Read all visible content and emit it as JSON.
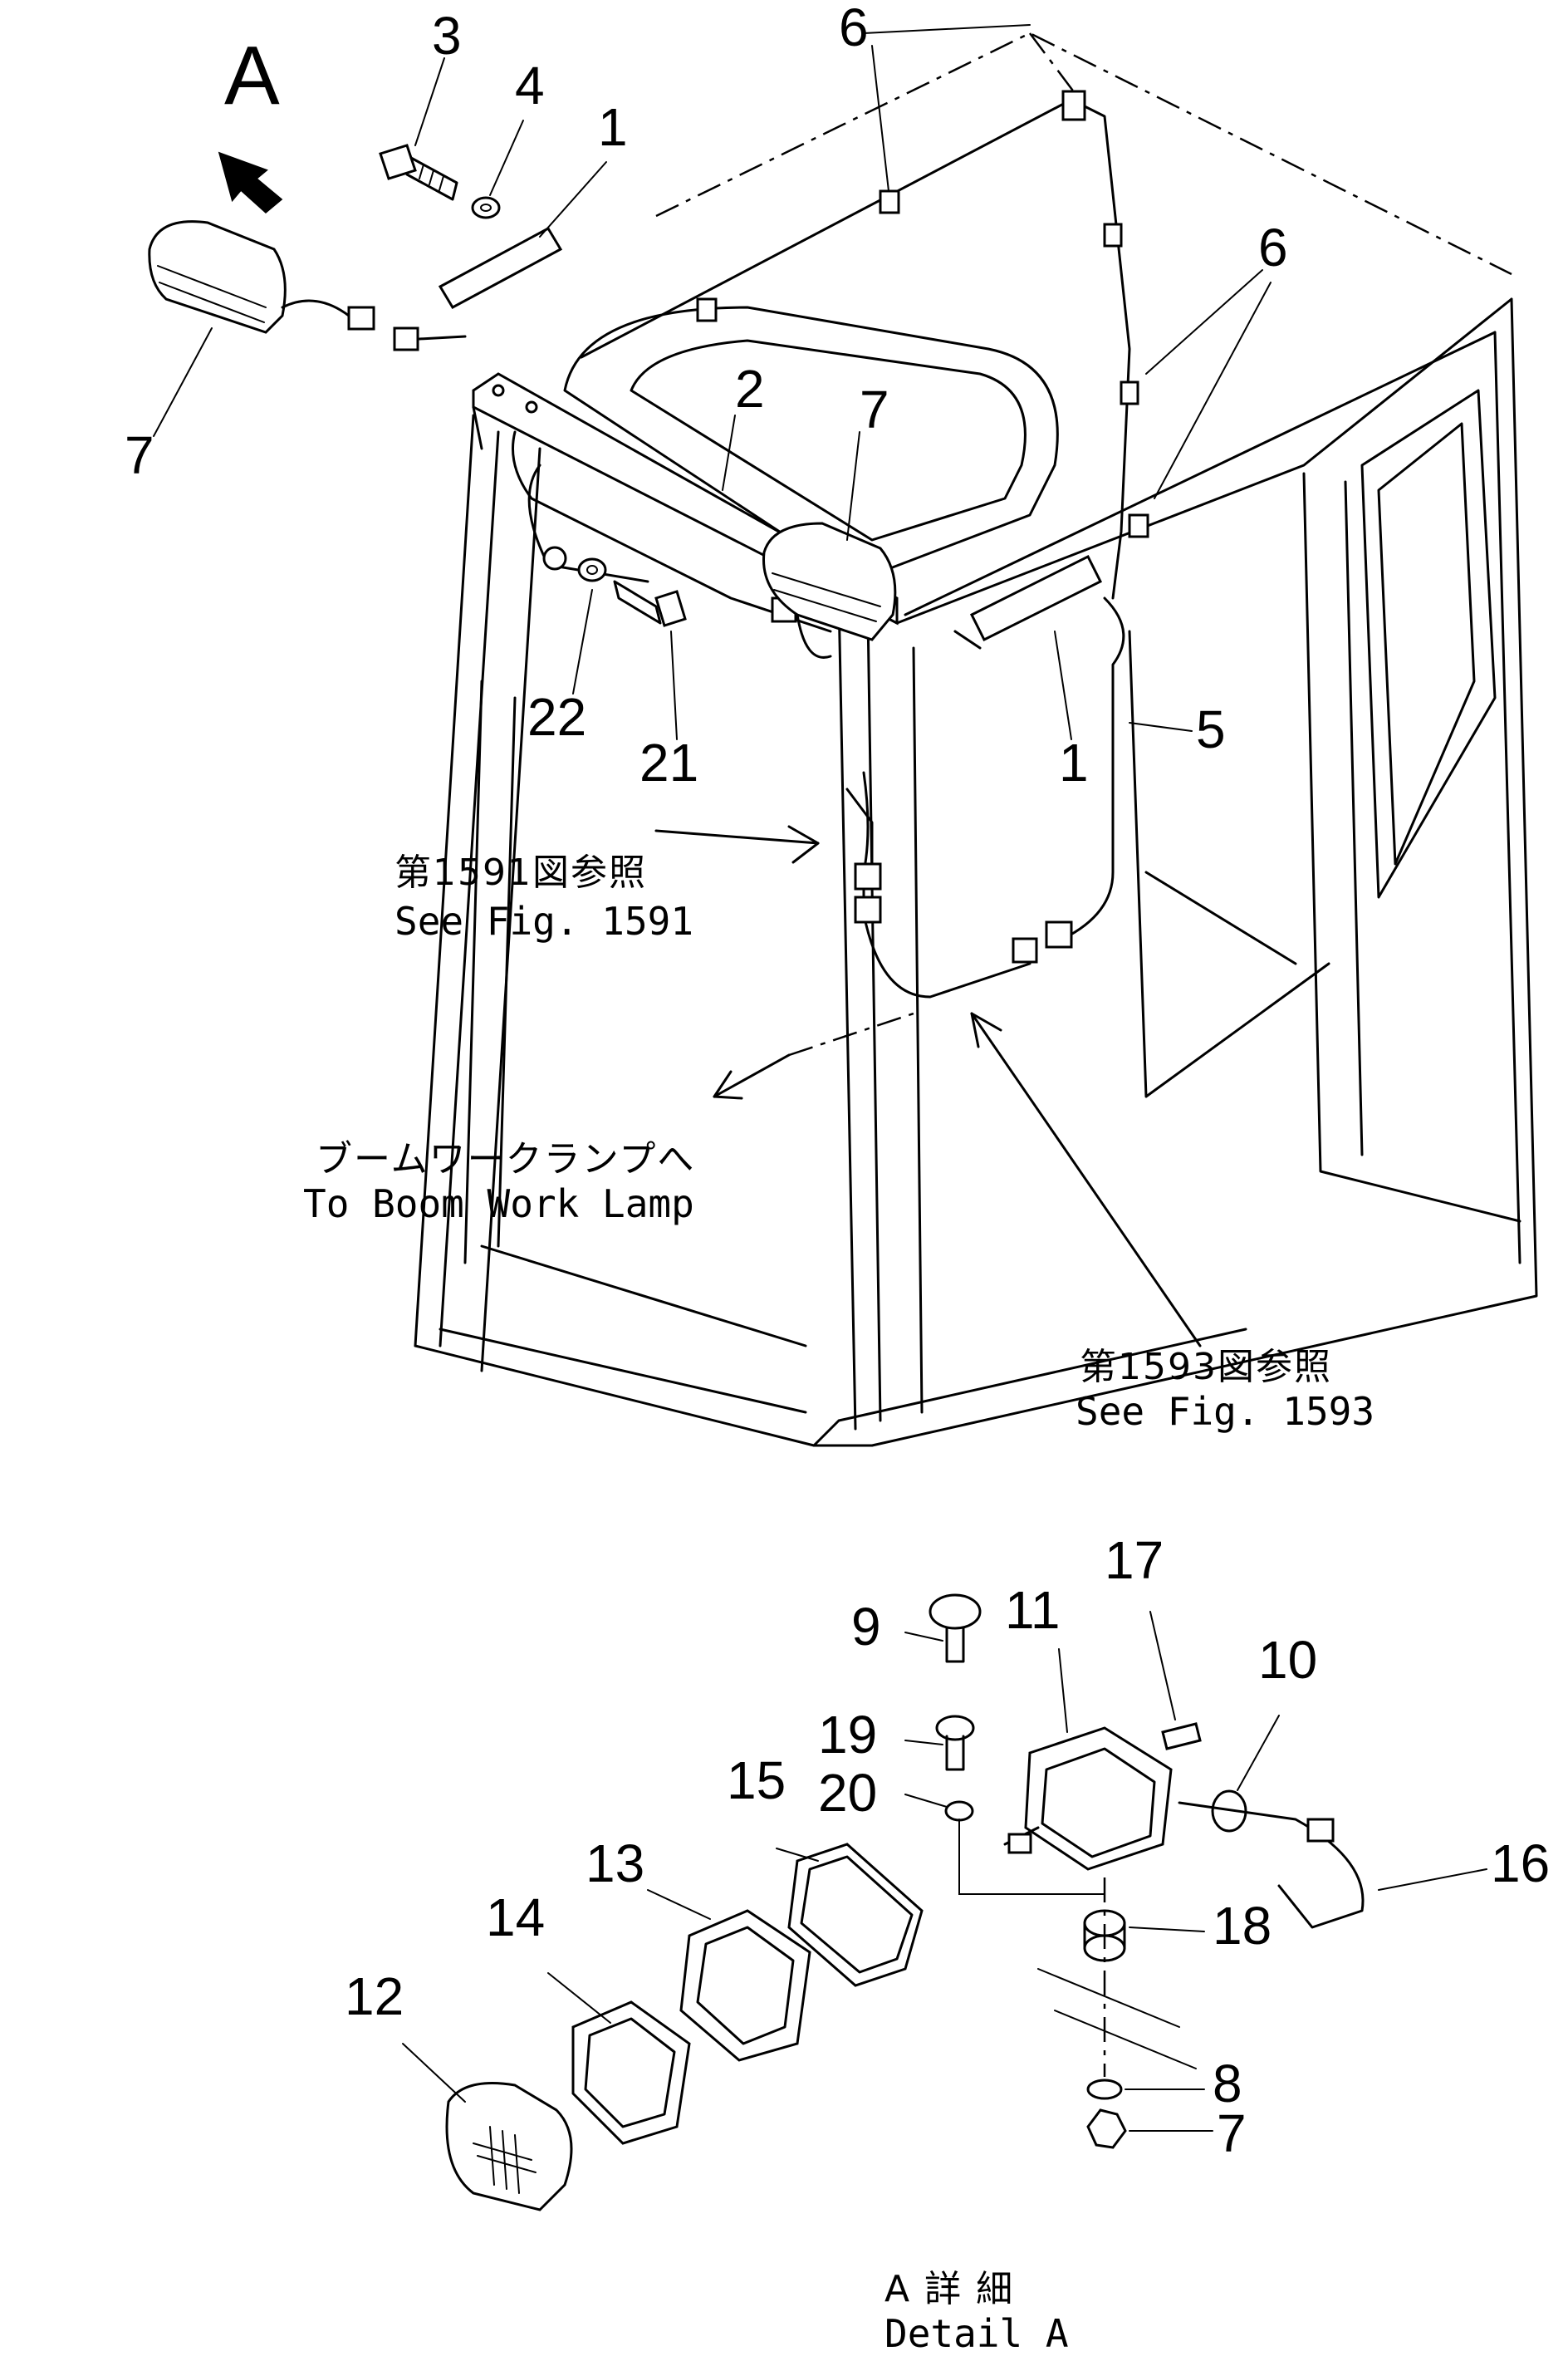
{
  "detail_marker": "A",
  "callouts": {
    "n1a": "1",
    "n1b": "1",
    "n2": "2",
    "n3": "3",
    "n4": "4",
    "n5": "5",
    "n6a": "6",
    "n6b": "6",
    "n7a": "7",
    "n7b": "7",
    "n7c": "7",
    "n8": "8",
    "n9": "9",
    "n10": "10",
    "n11": "11",
    "n12": "12",
    "n13": "13",
    "n14": "14",
    "n15": "15",
    "n16": "16",
    "n17": "17",
    "n18": "18",
    "n19": "19",
    "n20": "20",
    "n21": "21",
    "n22": "22"
  },
  "notes": {
    "fig1591_jp": "第1591図参照",
    "fig1591_en": "See  Fig. 1591",
    "boom_jp": "ブームワークランプへ",
    "boom_en": "To  Boom  Work  Lamp",
    "fig1593_jp": "第1593図参照",
    "fig1593_en": "See  Fig. 1593",
    "detail_jp": "A 詳 細",
    "detail_en": "Detail A"
  }
}
